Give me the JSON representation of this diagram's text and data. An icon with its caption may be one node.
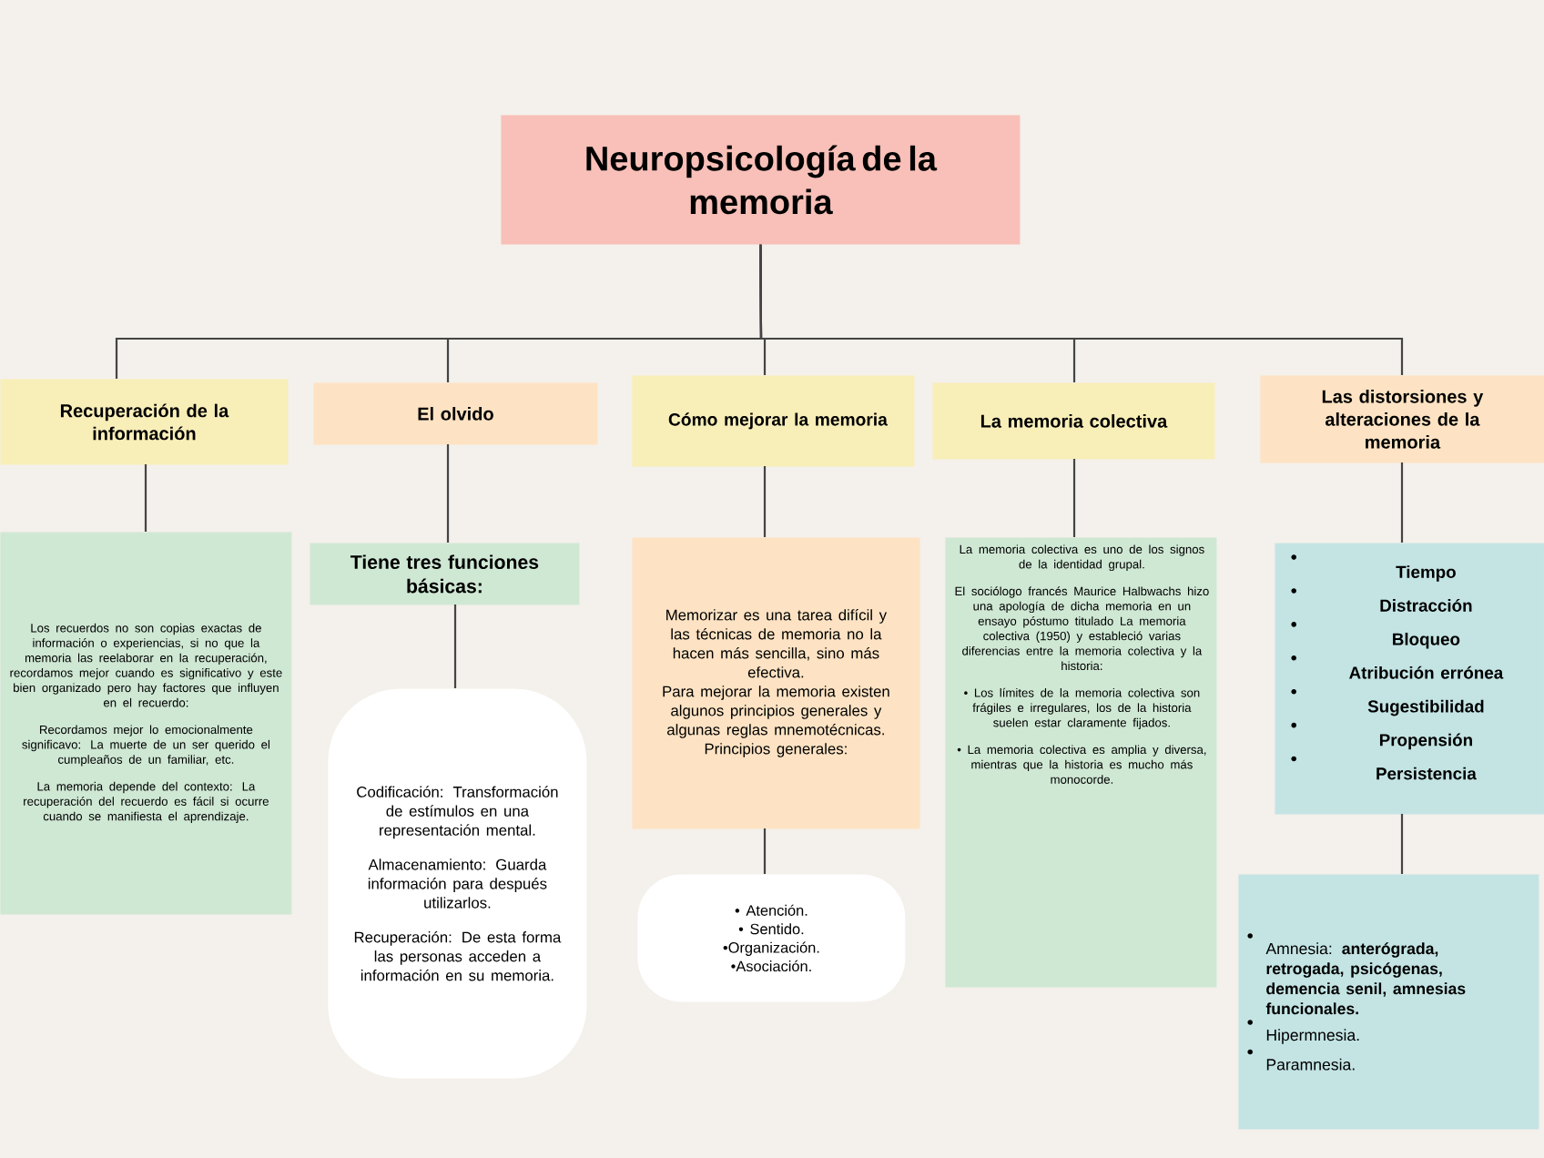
{
  "diagram": {
    "nodes": [
      {
        "text": [
          "Neuropsicología de la memoria"
        ]
      },
      {
        "text": [
          "Recuperación de la información"
        ]
      },
      {
        "text": [
          "El olvido"
        ]
      },
      {
        "text": [
          "Cómo mejorar la memoria"
        ]
      },
      {
        "text": [
          "La memoria colectiva"
        ]
      },
      {
        "text": [
          "Las distorsiones y alteraciones de la memoria"
        ]
      },
      {
        "text": [
          "Los recuerdos no son copias exactas de información o experiencias, si no que la memoria las reelaborar en la recuperación, recordamos mejor cuando es significativo y este bien organizado pero hay factores que influyen en el recuerdo:",
          "Recordamos mejor lo emocionalmente significavo: La muerte de un ser querido el cumpleaños de un familiar, etc.",
          "La memoria depende del contexto: La recuperación del recuerdo es fácil si ocurre cuando se manifiesta el aprendizaje."
        ]
      },
      {
        "text": [
          "Tiene tres funciones básicas:"
        ]
      },
      {
        "text": [
          "Codificación: Transformación de estímulos en una representación mental.",
          "Almacenamiento: Guarda información para después utilizarlos.",
          "Recuperación: De esta forma las personas acceden a información en su memoria."
        ]
      },
      {
        "text": [
          "Memorizar es una tarea difícil y las técnicas de memoria no la hacen más sencilla, sino más efectiva.",
          "Para mejorar la memoria existen algunos principios generales y algunas reglas mnemotécnicas.",
          "Principios generales:"
        ]
      },
      {
        "text": [
          "• Atención.",
          "• Sentido.",
          "•Organización.",
          "•Asociación."
        ]
      },
      {
        "text": [
          "La memoria colectiva es uno de los signos de la identidad grupal.",
          "El sociólogo francés Maurice Halbwachs hizo una apología de dicha memoria en un ensayo póstumo titulado La memoria colectiva (1950) y estableció varias diferencias entre la memoria colectiva y la historia:",
          "• Los límites de la memoria colectiva son frágiles e irregulares, los de la historia suelen estar claramente fijados.",
          "• La memoria colectiva es amplia y diversa, mientras que la historia es mucho más monocorde."
        ]
      },
      {
        "text": [
          "Tiempo",
          "Distracción",
          "Bloqueo",
          "Atribución errónea",
          "Sugestibilidad",
          "Propensión",
          "Persistencia"
        ]
      },
      {
        "text": [
          "Amnesia: **anterógrada, retrogada, psicógenas, demencia senil, amnesias funcionales.**",
          "Hipermnesia.",
          "Paramnesia."
        ]
      }
    ],
    "edges": [
      {
        "from": 0,
        "to": 1,
        "arrow": "none"
      },
      {
        "from": 0,
        "to": 2,
        "arrow": "none"
      },
      {
        "from": 0,
        "to": 3,
        "arrow": "none"
      },
      {
        "from": 0,
        "to": 4,
        "arrow": "none"
      },
      {
        "from": 0,
        "to": 5,
        "arrow": "none"
      },
      {
        "from": 1,
        "to": 6,
        "arrow": "none"
      },
      {
        "from": 2,
        "to": 7,
        "arrow": "none"
      },
      {
        "from": 7,
        "to": 8,
        "arrow": "none"
      },
      {
        "from": 3,
        "to": 9,
        "arrow": "none"
      },
      {
        "from": 9,
        "to": 10,
        "arrow": "none"
      },
      {
        "from": 4,
        "to": 11,
        "arrow": "none"
      },
      {
        "from": 5,
        "to": 12,
        "arrow": "none"
      },
      {
        "from": 12,
        "to": 13,
        "arrow": "none"
      }
    ]
  }
}
